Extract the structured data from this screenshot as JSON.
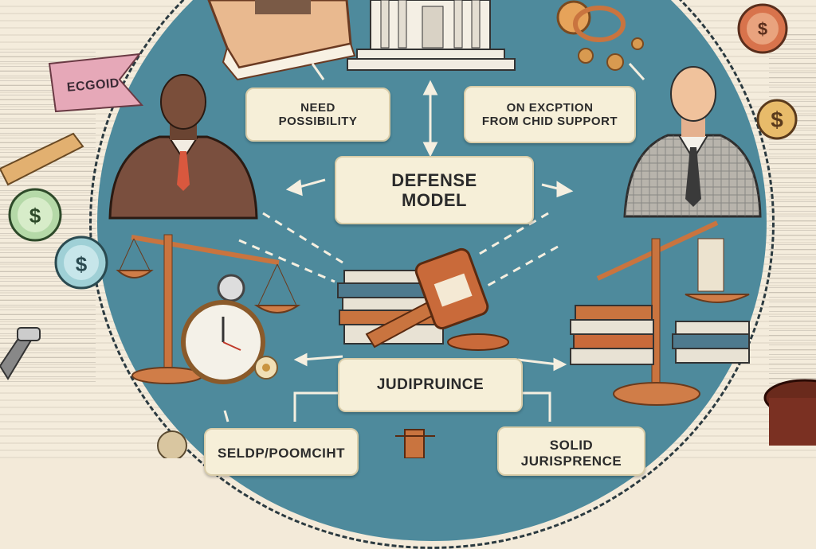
{
  "badge_text": "ECGOID",
  "boxes": {
    "need": [
      "NEED",
      "POSSIBILITY"
    ],
    "exception": [
      "ON EXCPTION",
      "FROM CHID SUPPORT"
    ],
    "center": [
      "DEFENSE",
      "MODEL"
    ],
    "jurisprudence": [
      "JUDIPRUINCE"
    ],
    "bottom_left": [
      "SELDP/POOMCIHT"
    ],
    "bottom_right": [
      "SOLID",
      "JURISPRENCE"
    ]
  },
  "colors": {
    "circle": "#4e8a9c",
    "box": "#f6efd8",
    "copper": "#c9743f",
    "judge_robe": "#7a4f3e",
    "suit": "#b8b4ac"
  },
  "icons": [
    "court-building-icon",
    "law-book-icon",
    "judge-figure",
    "lawyer-figure",
    "gavel-icon",
    "scale-icon",
    "clock-icon",
    "dollar-coin-icon",
    "pen-icon"
  ]
}
